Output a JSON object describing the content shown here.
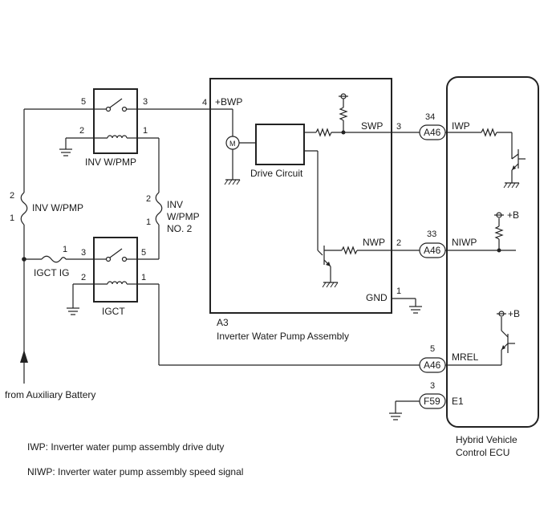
{
  "relays": {
    "inv_wpmp": {
      "label": "INV W/PMP",
      "pins": [
        "5",
        "3",
        "2",
        "1"
      ]
    },
    "igct": {
      "label": "IGCT",
      "pins": [
        "3",
        "5",
        "2",
        "1"
      ]
    }
  },
  "fuses": {
    "inv_wpmp": {
      "label": "INV W/PMP",
      "pins": [
        "2",
        "1"
      ]
    },
    "inv_wpmp_no2": {
      "label_line1": "INV",
      "label_line2": "W/PMP",
      "label_line3": "NO. 2",
      "pins": [
        "2",
        "1"
      ]
    },
    "igct_ig": {
      "label": "IGCT IG",
      "pin": "1"
    }
  },
  "pump_assembly": {
    "code": "A3",
    "name": "Inverter Water Pump Assembly",
    "motor_symbol": "M",
    "drive_circuit": "Drive Circuit",
    "terminals": {
      "bwp": {
        "pin": "4",
        "name": "+BWP"
      },
      "swp": {
        "pin": "3",
        "name": "SWP"
      },
      "nwp": {
        "pin": "2",
        "name": "NWP"
      },
      "gnd": {
        "pin": "1",
        "name": "GND"
      }
    }
  },
  "ecu": {
    "name_line1": "Hybrid Vehicle",
    "name_line2": "Control ECU",
    "terminals": {
      "iwp": {
        "pin": "34",
        "connector": "A46",
        "name": "IWP"
      },
      "niwp": {
        "pin": "33",
        "connector": "A46",
        "name": "NIWP"
      },
      "mrel": {
        "pin": "5",
        "connector": "A46",
        "name": "MREL"
      },
      "e1": {
        "pin": "3",
        "connector": "F59",
        "name": "E1"
      }
    },
    "supply_label": "+B"
  },
  "source_label": "from Auxiliary Battery",
  "legend": [
    "IWP: Inverter water pump assembly drive duty",
    "NIWP: Inverter water pump assembly speed signal"
  ]
}
